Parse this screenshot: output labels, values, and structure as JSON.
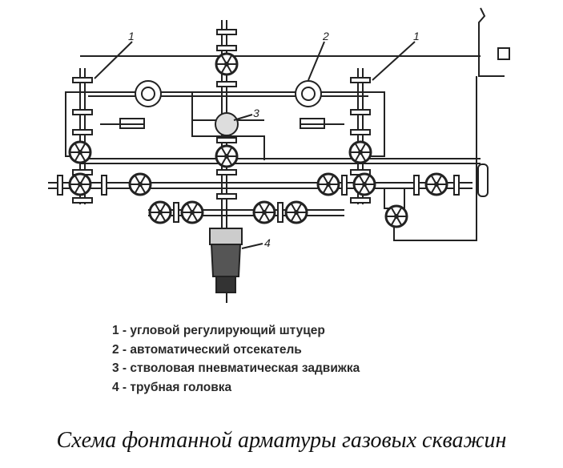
{
  "callouts": [
    "1",
    "2",
    "1",
    "3",
    "4"
  ],
  "legend": [
    "1 - угловой регулирующий штуцер",
    "2 - автоматический отсекатель",
    "3 - стволовая пневматическая задвижка",
    "4 - трубная головка"
  ],
  "caption": "Схема фонтанной арматуры газовых скважин"
}
